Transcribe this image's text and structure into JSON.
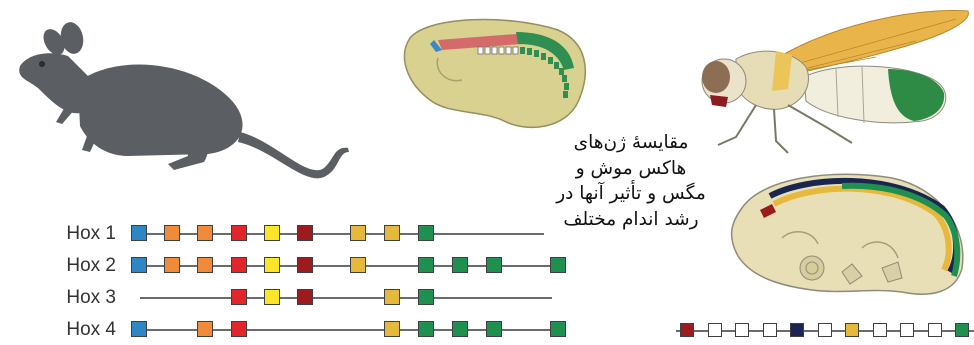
{
  "caption": {
    "lines": [
      "مقایسهٔ ژن‌های",
      "هاکس موش و",
      "مگس و تأثیر آنها در",
      "رشد اندام مختلف"
    ]
  },
  "colors": {
    "blue": "#2f86c5",
    "orange": "#f08a3c",
    "red": "#e2242b",
    "yellow": "#fde62a",
    "darkred": "#9b1b1f",
    "gold": "#e6b93d",
    "green": "#1f9050",
    "navy": "#1a2550",
    "white": "#ffffff",
    "line": "#6b6b6b"
  },
  "mouse_hox": [
    {
      "label": "Hox 1",
      "genes": [
        "blue",
        "orange",
        "orange",
        "red",
        "yellow",
        "darkred",
        null,
        "gold",
        "gold",
        "green",
        null,
        null,
        null
      ]
    },
    {
      "label": "Hox 2",
      "genes": [
        "blue",
        "orange",
        "orange",
        "red",
        "yellow",
        "darkred",
        null,
        "gold",
        null,
        "green",
        "green",
        "green",
        "green"
      ]
    },
    {
      "label": "Hox 3",
      "genes": [
        null,
        null,
        null,
        "red",
        "yellow",
        "darkred",
        null,
        null,
        "gold",
        "green",
        null,
        null,
        null
      ]
    },
    {
      "label": "Hox 4",
      "genes": [
        "blue",
        null,
        "orange",
        "red",
        null,
        null,
        null,
        null,
        "gold",
        "green",
        "green",
        "green",
        "green"
      ]
    }
  ],
  "fly_hox": {
    "genes": [
      "darkred",
      "white",
      "white",
      "white",
      "navy",
      "white",
      "gold",
      "white",
      "white",
      "white",
      "green"
    ]
  }
}
